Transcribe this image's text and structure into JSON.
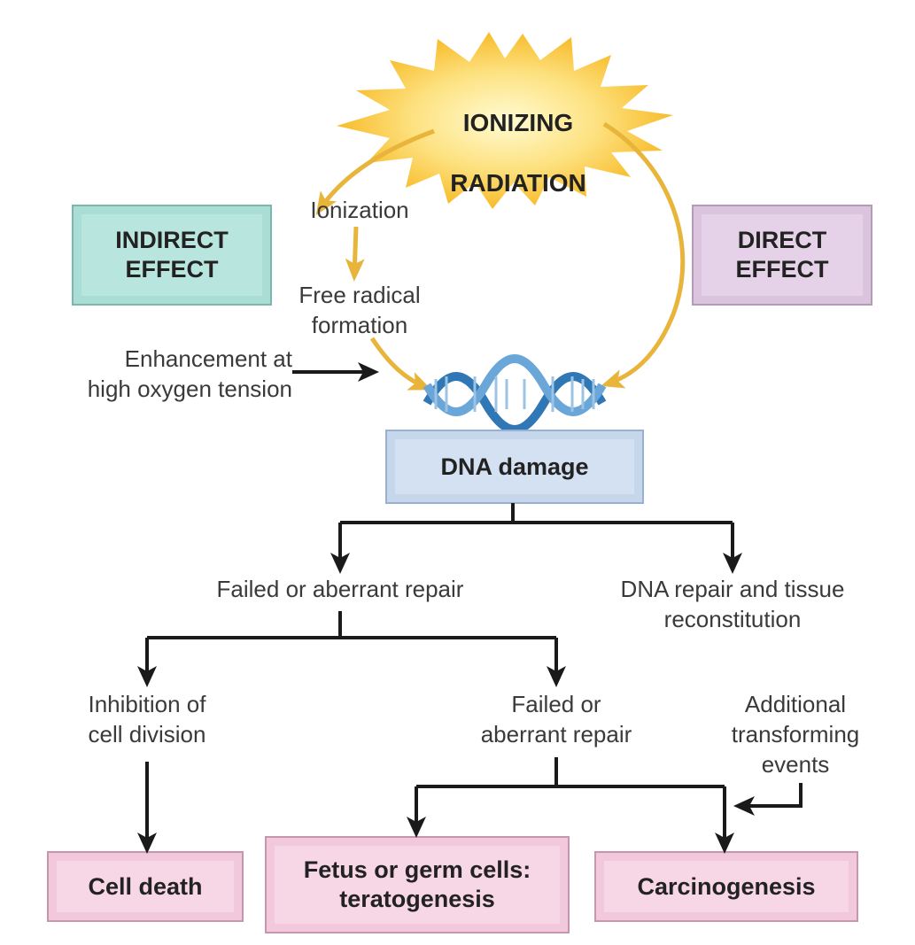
{
  "source": {
    "line1": "IONIZING",
    "line2": "RADIATION"
  },
  "effects": {
    "indirect": "INDIRECT\nEFFECT",
    "direct": "DIRECT\nEFFECT"
  },
  "indirect_steps": {
    "ionization": "Ionization",
    "free_radical": "Free radical\nformation"
  },
  "modifier": "Enhancement at\nhigh oxygen tension",
  "dna_damage": "DNA damage",
  "branch1": {
    "failed_repair": "Failed or aberrant repair",
    "dna_repair": "DNA repair and tissue\nreconstitution"
  },
  "branch2": {
    "inhibition": "Inhibition of\ncell division",
    "failed_repair_2": "Failed or\naberrant repair"
  },
  "additional": "Additional\ntransforming\nevents",
  "outcomes": {
    "cell_death": "Cell death",
    "teratogenesis": "Fetus or germ cells:\nteratogenesis",
    "carcinogenesis": "Carcinogenesis"
  },
  "colors": {
    "sun": "#f7c33a",
    "arrow_yellow": "#e8b53a",
    "indirect_box": "#a9ddd5",
    "direct_box": "#dcc4de",
    "dna_box": "#c6d7ec",
    "outcome_box": "#f2c8dc",
    "dna_helix": "#2f78b5"
  }
}
